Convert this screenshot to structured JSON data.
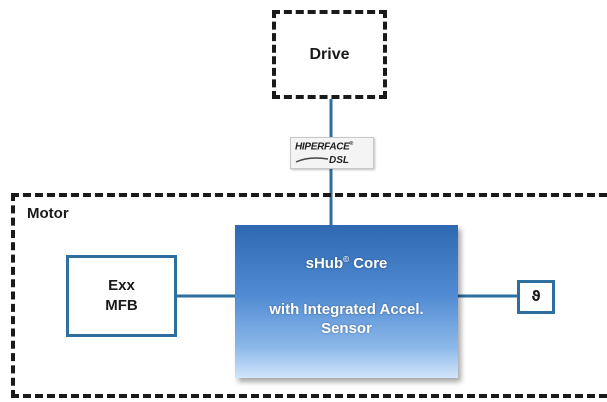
{
  "drive": {
    "label": "Drive"
  },
  "motor": {
    "label": "Motor"
  },
  "interface": {
    "brand_line1": "HIPERFACE",
    "tm": "®",
    "brand_line2": "DSL"
  },
  "core": {
    "title": "sHub",
    "title_sup": "©",
    "title_rest": " Core",
    "subtitle_line1": "with Integrated Accel.",
    "subtitle_line2": "Sensor"
  },
  "exx": {
    "line1": "Exx",
    "line2": "MFB"
  },
  "temp_sensor": {
    "symbol": "ϑ"
  },
  "colors": {
    "line": "#2f6f9f",
    "dashed_border": "#1a1a1a",
    "core_gradient_top": "#2e68b0",
    "core_gradient_bottom": "#d2e6fb"
  }
}
